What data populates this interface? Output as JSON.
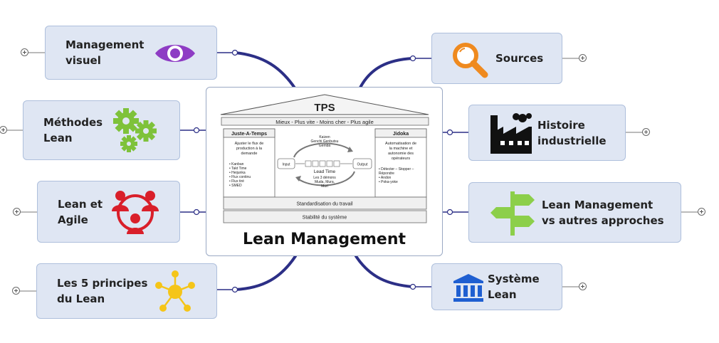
{
  "central": {
    "title": "Lean Management",
    "house": {
      "roof_title": "TPS",
      "beam": "Mieux - Plus vite - Moins cher - Plus agile",
      "left_pillar": {
        "title": "Juste-A-Temps",
        "desc": [
          "Ajuster le flux de",
          "production à la",
          "demande"
        ],
        "items": [
          "• Kanban",
          "• Takt Time",
          "• Heijunka",
          "• Flux continu",
          "• Flux tiré",
          "• SMED"
        ]
      },
      "right_pillar": {
        "title": "Jidoka",
        "desc": [
          "Automatisation de",
          "la machine et",
          "autonomie des",
          "opérateurs"
        ],
        "items": [
          "• Détecter – Stopper –",
          "  Répondre",
          "• Andon",
          "• Poka-yoke"
        ]
      },
      "center": {
        "top": [
          "Kaizen",
          "Genchi Genbutsu",
          "Gemba"
        ],
        "input": "Input",
        "output": "Output",
        "lead_time": "Lead Time",
        "bottom": [
          "Les 3 démons",
          "Muda, Mura,",
          "Muri"
        ]
      },
      "base1": "Standardisation du travail",
      "base2": "Stabilité du système"
    }
  },
  "topics": {
    "management_visuel": [
      "Management",
      "visuel"
    ],
    "methodes_lean": [
      "Méthodes",
      "Lean"
    ],
    "lean_agile": [
      "Lean et",
      "Agile"
    ],
    "cinq_principes": [
      "Les 5 principes",
      "du Lean"
    ],
    "sources": [
      "Sources"
    ],
    "histoire": [
      "Histoire",
      "industrielle"
    ],
    "lean_vs": [
      "Lean Management",
      "vs autres approches"
    ],
    "systeme_lean": [
      "Système",
      "Lean"
    ]
  },
  "colors": {
    "branch": "#2c2f86",
    "topic_fill": "#dfe6f3",
    "eye_icon": "#8e3cc4",
    "gear_icon": "#7ec23a",
    "people_icon": "#d91f2a",
    "network_icon": "#f5c518",
    "magnifier_icon": "#ef8a1f",
    "factory_icon": "#111111",
    "signpost_icon": "#8ccf4a",
    "bank_icon": "#1f5fd1"
  },
  "icons": {
    "management_visuel": "eye-icon",
    "methodes_lean": "gears-icon",
    "lean_agile": "team-icon",
    "cinq_principes": "network-icon",
    "sources": "magnifier-icon",
    "histoire": "factory-icon",
    "lean_vs": "signpost-icon",
    "systeme_lean": "bank-icon"
  }
}
